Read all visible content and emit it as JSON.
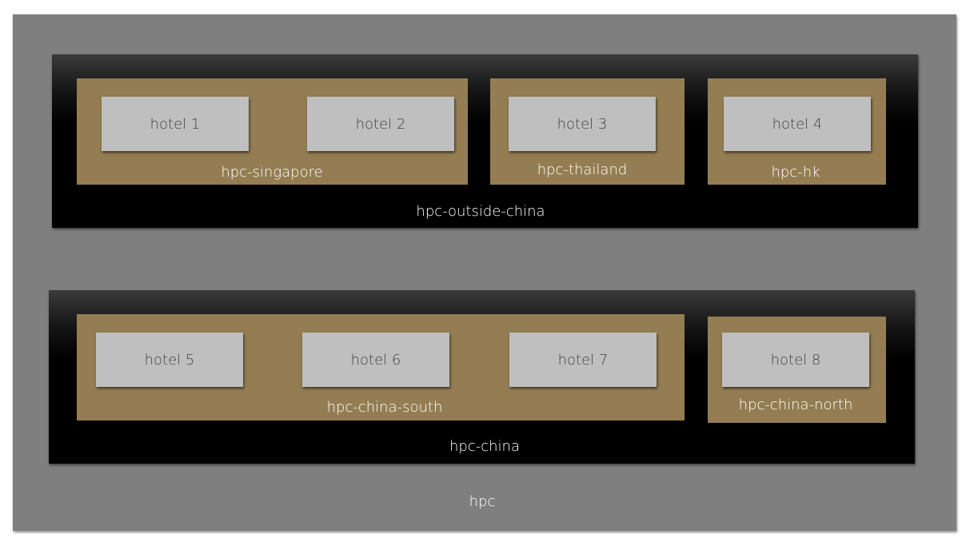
{
  "diagram": {
    "outer_label": "hpc",
    "regions": [
      {
        "label": "hpc-outside-china",
        "subregions": [
          {
            "label": "hpc-singapore",
            "hotels": [
              "hotel 1",
              "hotel 2"
            ]
          },
          {
            "label": "hpc-thailand",
            "hotels": [
              "hotel 3"
            ]
          },
          {
            "label": "hpc-hk",
            "hotels": [
              "hotel 4"
            ]
          }
        ]
      },
      {
        "label": "hpc-china",
        "subregions": [
          {
            "label": "hpc-china-south",
            "hotels": [
              "hotel 5",
              "hotel 6",
              "hotel 7"
            ]
          },
          {
            "label": "hpc-china-north",
            "hotels": [
              "hotel 8"
            ]
          }
        ]
      }
    ],
    "colors": {
      "outer_fill": "#7f7f7f",
      "region_fill": "#000000",
      "subregion_fill": "#947d52",
      "hotel_fill": "#bfbfbf",
      "hotel_text": "#404040",
      "label_text": "#ffffff"
    }
  }
}
